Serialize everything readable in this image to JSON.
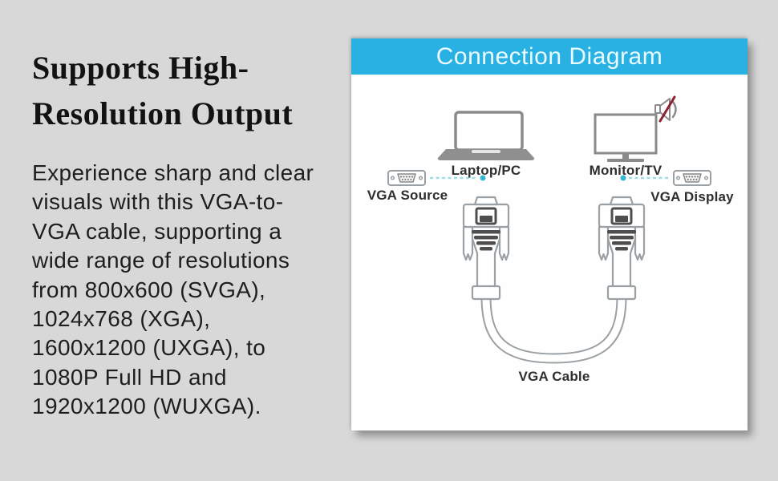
{
  "left_panel": {
    "heading_lines": [
      "Supports High-",
      "Resolution Output"
    ],
    "body_lines": [
      "Experience sharp and clear",
      "visuals with this VGA-to-",
      "VGA cable, supporting a",
      "wide range of resolutions",
      "from 800x600 (SVGA),",
      "1024x768 (XGA),",
      "1600x1200 (UXGA), to",
      "1080P Full HD and",
      "1920x1200 (WUXGA)."
    ]
  },
  "diagram_card": {
    "title": "Connection Diagram",
    "labels": {
      "laptop": "Laptop/PC",
      "monitor": "Monitor/TV",
      "vga_source": "VGA Source",
      "vga_display": "VGA Display",
      "vga_cable": "VGA Cable"
    },
    "icons": [
      "laptop-icon",
      "monitor-icon",
      "muted-speaker-icon",
      "vga-source-port-icon",
      "vga-display-port-icon",
      "dashed-connection-line-left",
      "dashed-connection-line-right",
      "vga-connector-left-icon",
      "vga-connector-right-icon",
      "vga-cable-icon"
    ],
    "colors": {
      "page_background": "#d8d8d8",
      "card_background": "#fefefe",
      "banner": "#29b1e4",
      "banner_text": "#eafaff",
      "device_outline": "#8a8a8a",
      "connector_outline": "#9aa0a4",
      "connector_dark": "#4e4e4e",
      "dash_line": "#9fdceb",
      "dash_dot": "#35b6d2",
      "mute_red": "#8e2130"
    }
  }
}
